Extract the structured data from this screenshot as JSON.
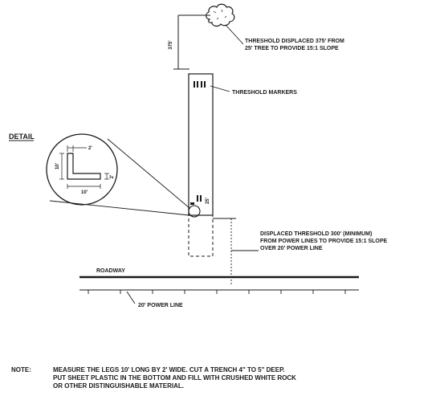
{
  "labels": {
    "tree_threshold_line1": "THRESHOLD DISPLACED 375' FROM",
    "tree_threshold_line2": "25' TREE TO PROVIDE 15:1 SLOPE",
    "tree_distance": "375'",
    "threshold_markers": "THRESHOLD MARKERS",
    "detail": "DETAIL",
    "detail_dim_top": "2'",
    "detail_dim_left": "10'",
    "detail_dim_right": "2'",
    "detail_dim_bottom": "10'",
    "power_threshold_line1": "DISPLACED THRESHOLD 300' (MINIMUM)",
    "power_threshold_line2": "FROM POWER LINES TO PROVIDE 15:1 SLOPE",
    "power_threshold_line3": "OVER 20' POWER LINE",
    "roadway": "ROADWAY",
    "power_line": "20' POWER LINE",
    "runway_end_mark": "25'"
  },
  "note": {
    "label": "NOTE:",
    "line1": "MEASURE THE LEGS 10' LONG BY 2' WIDE. CUT A TRENCH 4\" TO 5\" DEEP.",
    "line2": "PUT SHEET PLASTIC IN THE BOTTOM AND FILL WITH CRUSHED WHITE ROCK",
    "line3": "OR OTHER DISTINGUISHABLE MATERIAL."
  },
  "colors": {
    "ink": "#1a1a1a",
    "background": "#ffffff"
  }
}
